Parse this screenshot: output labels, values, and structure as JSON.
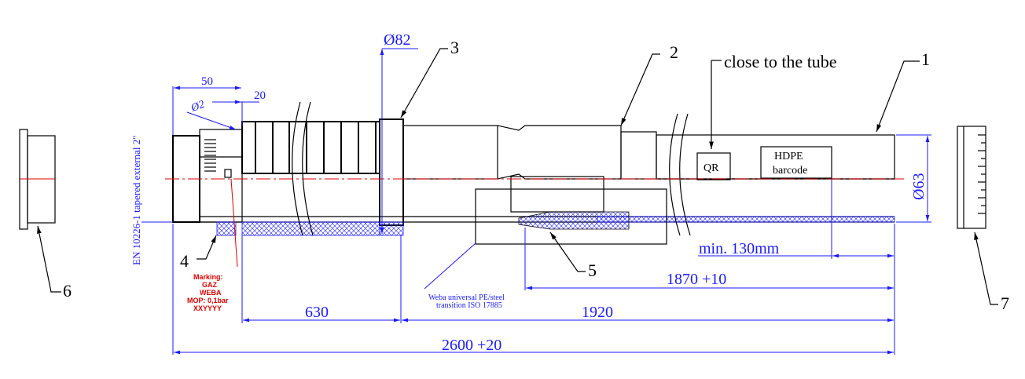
{
  "callouts": {
    "c1": "1",
    "c2": "2",
    "c3": "3",
    "c4": "4",
    "c5": "5",
    "c6": "6",
    "c7": "7"
  },
  "annotations": {
    "close_to_tube": "close to the tube",
    "qr": "QR",
    "hdpe_line1": "HDPE",
    "hdpe_line2": "barcode",
    "thread": "EN 10226-1  tapered external 2\"",
    "weba_line1": "Weba universal PE/steel",
    "weba_line2": "transition ISO 17885",
    "marking": [
      "Marking:",
      "GAZ",
      "WEBA",
      "MOP: 0,1bar",
      "XXYYYY"
    ]
  },
  "dimensions": {
    "d82": "Ø82",
    "d63": "Ø63",
    "d2": "Ø2",
    "d50": "50",
    "d20": "20",
    "d630": "630",
    "d1920": "1920",
    "d1870": "1870 +10",
    "d2600": "2600 +20",
    "min130": "min. 130mm"
  },
  "colors": {
    "line": "#000000",
    "dimension": "#1a1aff",
    "marking": "#e00000"
  }
}
